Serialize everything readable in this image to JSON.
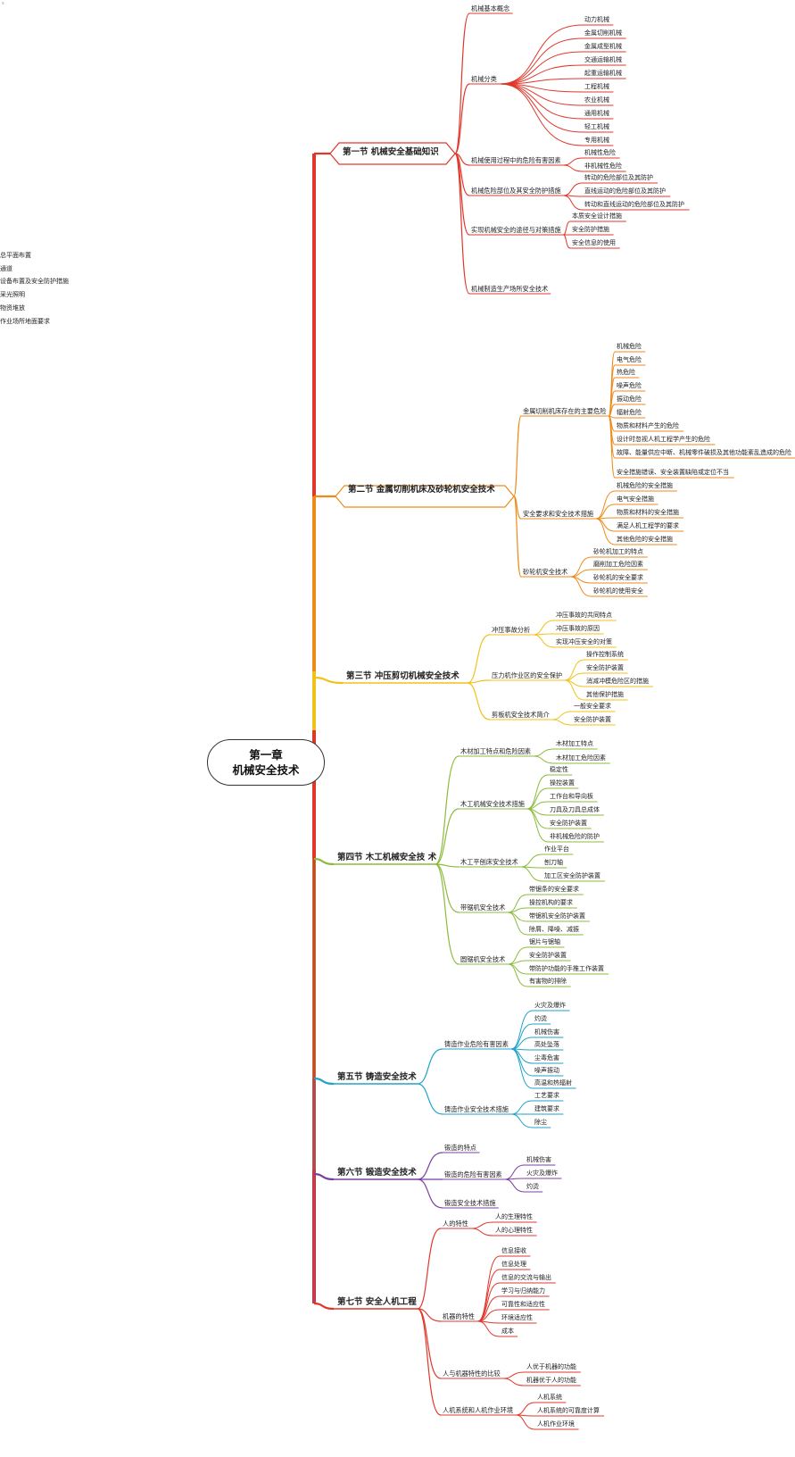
{
  "root": {
    "line1": "第一章",
    "line2": "机械安全技术"
  },
  "sections": [
    {
      "title": "第一节  机械安全基础知识",
      "color": "#e0372b"
    },
    {
      "title": "第二节  金属切削机床及砂轮机安全技术",
      "color": "#ef8a1a"
    },
    {
      "title": "第三节  冲压剪切机械安全技术",
      "color": "#f0c21a"
    },
    {
      "title": "第四节  木工机械安全技 术",
      "color": "#8cbb3c"
    },
    {
      "title": "第五节   铸造安全技术",
      "color": "#1fa3c9"
    },
    {
      "title": "第六节  锻造安全技术",
      "color": "#7b3fa0"
    },
    {
      "title": "第七节  安全人机工程",
      "color": "#e0372b"
    }
  ],
  "tree": {
    "s1": [
      {
        "label": "机械基本概念",
        "children": []
      },
      {
        "label": "机械分类",
        "children": [
          "动力机械",
          "金属切削机械",
          "金属成型机械",
          "交通运输机械",
          "起重运输机械",
          "工程机械",
          "农业机械",
          "通用机械",
          "轻工机械",
          "专用机械"
        ]
      },
      {
        "label": "机械使用过程中的危险有害因素",
        "children": [
          "机械性危险",
          "非机械性危险"
        ]
      },
      {
        "label": "机械危险部位及其安全防护措施",
        "children": [
          "转动的危险部位及其防护",
          "直线运动的危险部位及其防护",
          "转动和直线运动的危险部位及其防护"
        ]
      },
      {
        "label": "实现机械安全的途径与对策措施",
        "children": [
          "本质安全设计措施",
          "安全防护措施",
          "安全信息的使用"
        ]
      },
      {
        "label": "机械制造生产场所安全技术",
        "children": [
          "总平面布置",
          "通道",
          "设备布置及安全防护措施",
          "采光照明",
          "物资堆放",
          "作业场所地面要求"
        ]
      }
    ],
    "s2": [
      {
        "label": "金属切削机床存在的主要危险",
        "children": [
          "机械危险",
          "电气危险",
          "热危险",
          "噪声危险",
          "振动危险",
          "辐射危险",
          "物质和材料产生的危险",
          "设计时忽视人机工程学产生的危险",
          "故障、能量供应中断、机械零件破损及其他功能紊乱造成的危险",
          "安全措施错误、安全装置缺陷或定位不当"
        ]
      },
      {
        "label": "安全要求和安全技术措施",
        "children": [
          "机械危险的安全措施",
          "电气安全措施",
          "物质和材料的安全措施",
          "满足人机工程学的要求",
          "其他危险的安全措施"
        ]
      },
      {
        "label": "砂轮机安全技术",
        "children": [
          "砂轮机加工的特点",
          "磨削加工危险因素",
          "砂轮机的安全要求",
          "砂轮机的使用安全"
        ]
      }
    ],
    "s3": [
      {
        "label": "冲压事故分析",
        "children": [
          "冲压事故的共同特点",
          "冲压事故的原因",
          "实现冲压安全的对策"
        ]
      },
      {
        "label": "压力机作业区的安全保护",
        "children": [
          "操作控制系统",
          "安全防护装置",
          "消减冲模危险区的措施",
          "其他保护措施"
        ]
      },
      {
        "label": "剪板机安全技术简介",
        "children": [
          "一般安全要求",
          "安全防护装置"
        ]
      }
    ],
    "s4": [
      {
        "label": "木材加工特点和危险因素",
        "children": [
          "木材加工特点",
          "木材加工危险因素"
        ]
      },
      {
        "label": "木工机械安全技术措施",
        "children": [
          "稳定性",
          "操控装置",
          "工作台和导向板",
          "刀具及刀具总成体",
          "安全防护装置",
          "非机械危险的防护"
        ]
      },
      {
        "label": "木工平刨床安全技术",
        "children": [
          "作业平台",
          "刨刀轴",
          "加工区安全防护装置"
        ]
      },
      {
        "label": "带锯机安全技术",
        "children": [
          "带锯条的安全要求",
          "操控机构的要求",
          "带锯机安全防护装置",
          "除屑、降噪、减振"
        ]
      },
      {
        "label": "圆锯机安全技术",
        "children": [
          "锯片与锯轴",
          "安全防护装置",
          "带防护功能的手推工作装置",
          "有害物的排除"
        ]
      }
    ],
    "s5": [
      {
        "label": "铸造作业危险有害因素",
        "children": [
          "火灾及爆炸",
          "灼烫",
          "机械伤害",
          "高处坠落",
          "尘毒危害",
          "噪声振动",
          "高温和热辐射"
        ]
      },
      {
        "label": "铸造作业安全技术措施",
        "children": [
          "工艺要求",
          "建筑要求",
          "除尘"
        ]
      }
    ],
    "s6": [
      {
        "label": "锻造的特点",
        "children": []
      },
      {
        "label": "锻造的危险有害因素",
        "children": [
          "机械伤害",
          "火灾及爆炸",
          "灼烫"
        ]
      },
      {
        "label": "锻造安全技术措施",
        "children": []
      }
    ],
    "s7": [
      {
        "label": "人的特性",
        "children": [
          "人的生理特性",
          "人的心理特性"
        ]
      },
      {
        "label": "机器的特性",
        "children": [
          "信息接收",
          "信息处理",
          "信息的交流与输出",
          "学习与归纳能力",
          "可靠性和适应性",
          "环境适应性",
          "成本"
        ]
      },
      {
        "label": "人与机器特性的比较",
        "children": [
          "人优于机器的功能",
          "机器优于人的功能"
        ]
      },
      {
        "label": "人机系统和人机作业环境",
        "children": [
          "人机系统",
          "人机系统的可靠度计算",
          "人机作业环境"
        ]
      }
    ]
  },
  "corner_mark": "s"
}
